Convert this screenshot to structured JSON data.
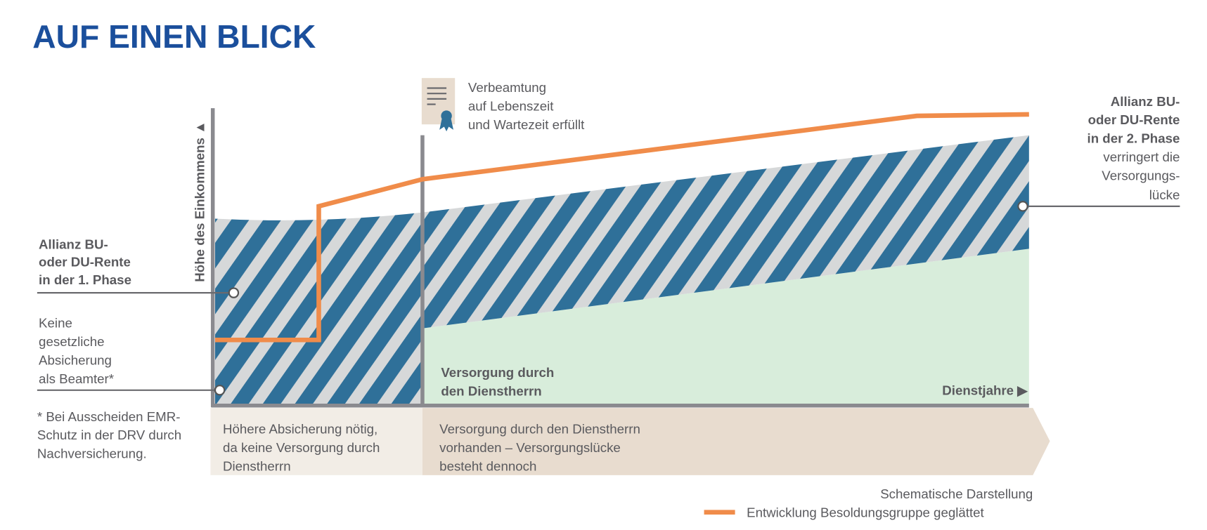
{
  "title": "AUF EINEN BLICK",
  "y_axis_label": "Höhe des Einkommens ▲",
  "x_axis_label": "Dienstjahre ▶",
  "left_label_phase1": [
    "Allianz BU-",
    "oder DU-Rente",
    "in der 1. Phase"
  ],
  "left_label_none": [
    "Keine",
    "gesetzliche",
    "Absicherung",
    "als Beamter*"
  ],
  "footnote": [
    "* Bei Ausscheiden EMR-",
    "Schutz in der DRV durch",
    "Nachversicherung."
  ],
  "certificate_text": [
    "Verbeamtung",
    "auf Lebenszeit",
    "und Wartezeit erfüllt"
  ],
  "right_label_bold": [
    "Allianz BU-",
    "oder DU-Rente",
    "in der 2. Phase"
  ],
  "right_label": [
    "verringert die",
    "Versorgungs-",
    "lücke"
  ],
  "employer_area_label": [
    "Versorgung durch",
    "den Dienstherrn"
  ],
  "band_left": [
    "Höhere Absicherung nötig,",
    "da keine Versorgung durch",
    "Dienstherrn"
  ],
  "band_right": [
    "Versorgung durch den Dienstherrn",
    "vorhanden – Versorgungslücke",
    "besteht dennoch"
  ],
  "note": "Schematische Darstellung",
  "legend": {
    "label": "Entwicklung Besoldungsgruppe geglättet",
    "color": "#f08c4a"
  },
  "colors": {
    "hatch_blue": "#2f7099",
    "hatch_gray": "#d6d8d9",
    "green": "#d8eddb",
    "band_left": "#f2ede6",
    "band_right": "#e8dccf",
    "title": "#1b4f9c"
  }
}
